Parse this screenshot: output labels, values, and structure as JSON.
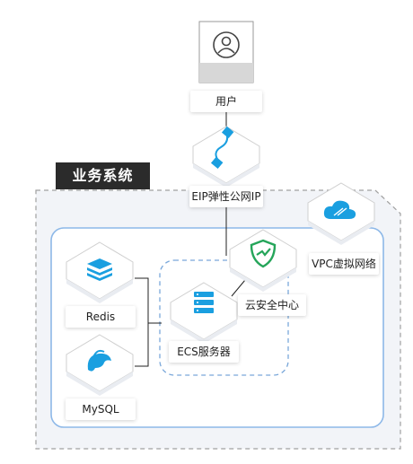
{
  "diagram": {
    "group_title": "业务系统",
    "nodes": {
      "user": {
        "label": "用户",
        "icon": "user-icon"
      },
      "eip": {
        "label": "EIP弹性公网IP",
        "icon": "plug-icon"
      },
      "vpc": {
        "label": "VPC虚拟网络",
        "icon": "cloud-icon"
      },
      "security": {
        "label": "云安全中心",
        "icon": "shield-check-icon"
      },
      "ecs": {
        "label": "ECS服务器",
        "icon": "server-icon"
      },
      "redis": {
        "label": "Redis",
        "icon": "redis-icon"
      },
      "mysql": {
        "label": "MySQL",
        "icon": "dolphin-icon"
      }
    },
    "colors": {
      "accent": "#1a9fe0",
      "security_green": "#25a55a",
      "panel": "#f2f4f8",
      "vpc_border": "#8db8e8",
      "dashed_border": "#a0a0a0"
    }
  }
}
